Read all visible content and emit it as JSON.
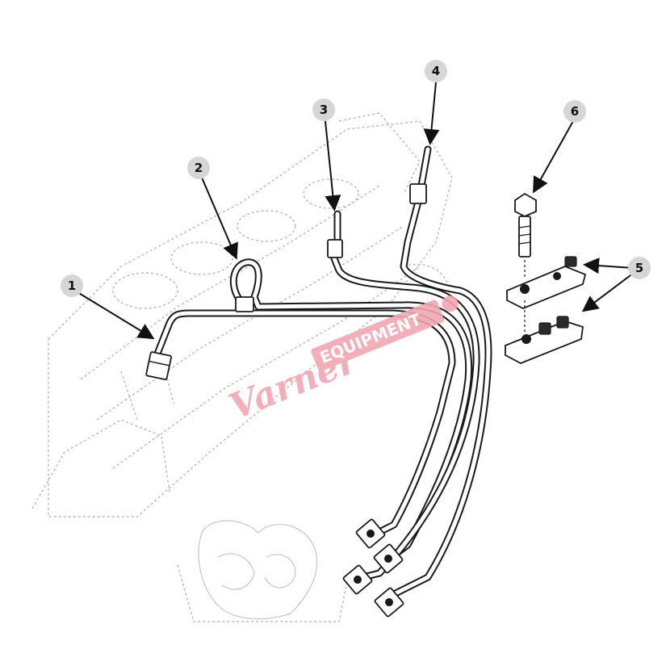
{
  "callouts": [
    {
      "label": "1"
    },
    {
      "label": "2"
    },
    {
      "label": "3"
    },
    {
      "label": "4"
    },
    {
      "label": "5"
    },
    {
      "label": "6"
    }
  ],
  "watermark": {
    "script": "Varner",
    "block": "EQUIPMENT"
  },
  "colors": {
    "line": "#1a1a1a",
    "background_art": "#b8b8b8",
    "callout_bubble": "#d6d6d6",
    "watermark": "#f2a7b2"
  }
}
